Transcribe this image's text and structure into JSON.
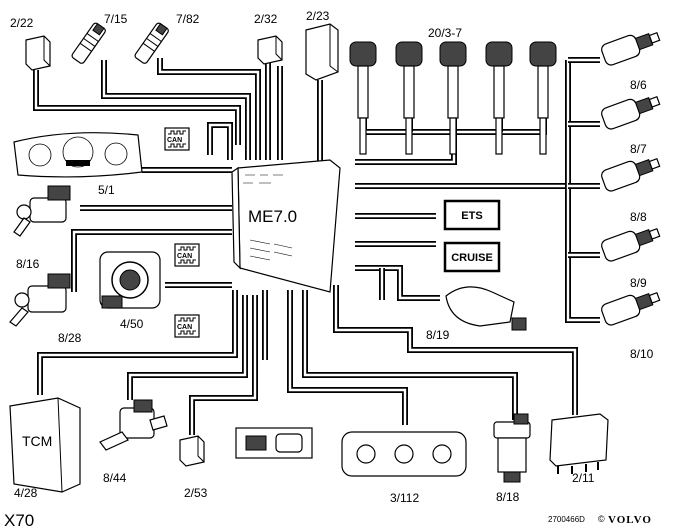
{
  "diagram": {
    "page_id": "X70",
    "reference_code": "2700466D",
    "brand": "VOLVO",
    "brand_mark": "©",
    "ecu": {
      "label": "ME7.0"
    },
    "bus": {
      "text": "CAN"
    },
    "modules": {
      "ets": "ETS",
      "cruise": "CRUISE",
      "tcm": "TCM"
    },
    "components": [
      {
        "id": "2/22",
        "type": "relay"
      },
      {
        "id": "7/15",
        "type": "sensor"
      },
      {
        "id": "7/82",
        "type": "sensor"
      },
      {
        "id": "2/32",
        "type": "relay"
      },
      {
        "id": "2/23",
        "type": "relay"
      },
      {
        "id": "20/3-7",
        "type": "ignition-coils"
      },
      {
        "id": "8/6",
        "type": "injector"
      },
      {
        "id": "8/7",
        "type": "injector"
      },
      {
        "id": "8/8",
        "type": "injector"
      },
      {
        "id": "8/9",
        "type": "injector"
      },
      {
        "id": "8/10",
        "type": "injector"
      },
      {
        "id": "5/1",
        "type": "instrument-cluster"
      },
      {
        "id": "8/16",
        "type": "valve"
      },
      {
        "id": "8/28",
        "type": "valve"
      },
      {
        "id": "4/50",
        "type": "throttle-unit"
      },
      {
        "id": "8/19",
        "type": "valve"
      },
      {
        "id": "4/28",
        "type": "tcm"
      },
      {
        "id": "8/44",
        "type": "valve"
      },
      {
        "id": "2/53",
        "type": "relay"
      },
      {
        "id": "3/112",
        "type": "climate-panel"
      },
      {
        "id": "8/18",
        "type": "valve"
      },
      {
        "id": "2/11",
        "type": "relay"
      }
    ]
  }
}
